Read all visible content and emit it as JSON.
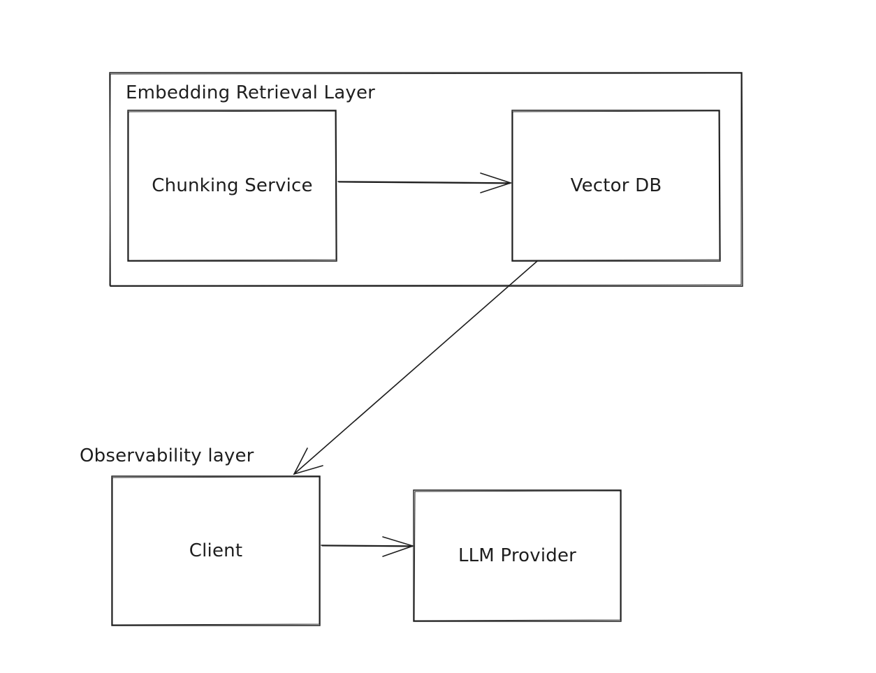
{
  "diagram": {
    "groups": [
      {
        "id": "embedding_layer",
        "label": "Embedding Retrieval Layer"
      },
      {
        "id": "observability_layer",
        "label": "Observability layer"
      }
    ],
    "nodes": [
      {
        "id": "chunking",
        "label": "Chunking Service",
        "group": "embedding_layer"
      },
      {
        "id": "vectordb",
        "label": "Vector DB",
        "group": "embedding_layer"
      },
      {
        "id": "client",
        "label": "Client",
        "group": "observability_layer"
      },
      {
        "id": "llm",
        "label": "LLM Provider",
        "group": "observability_layer"
      }
    ],
    "edges": [
      {
        "from": "chunking",
        "to": "vectordb"
      },
      {
        "from": "vectordb",
        "to": "client"
      },
      {
        "from": "client",
        "to": "llm"
      }
    ],
    "stroke_color": "#1e1e1e",
    "background_color": "#ffffff"
  }
}
